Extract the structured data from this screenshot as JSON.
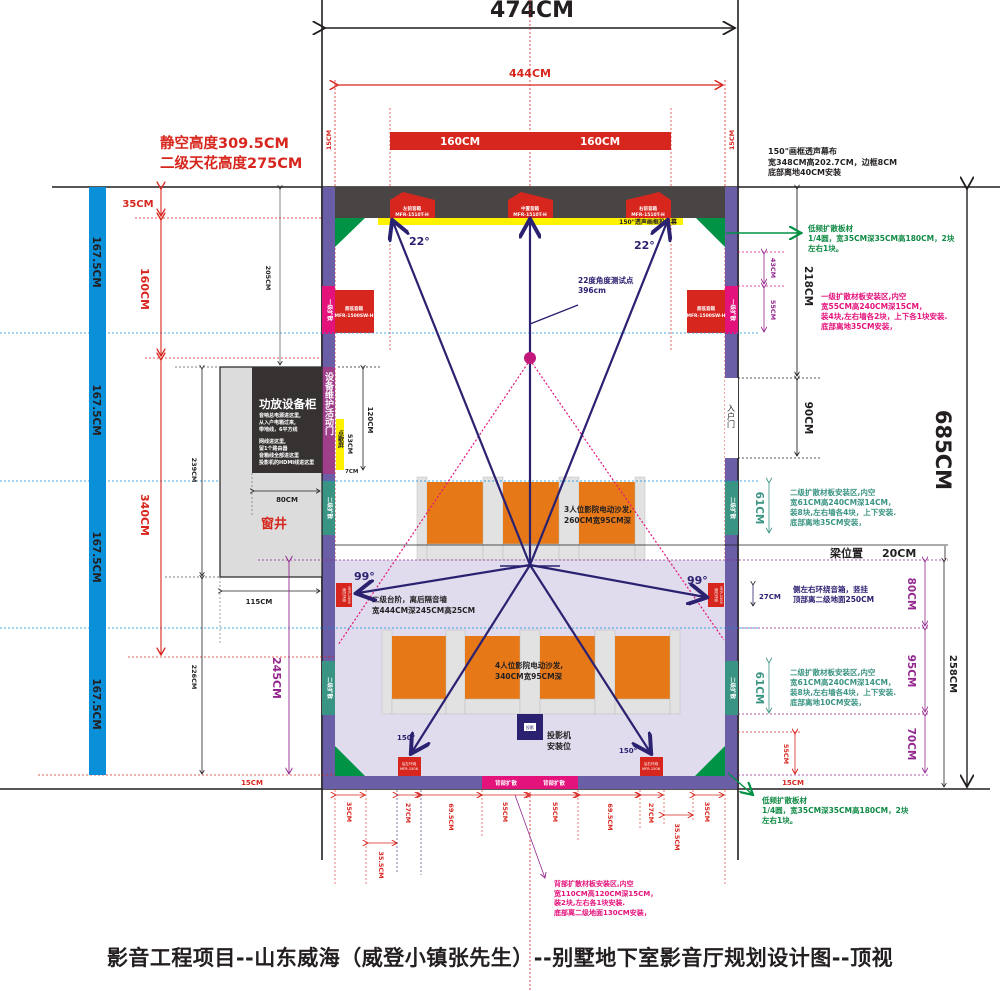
{
  "title": "影音工程项目--山东威海（威登小镇张先生）--别墅地下室影音厅规划设计图--顶视",
  "header": {
    "clear_height": "静空高度309.5CM",
    "ceiling_height": "二级天花高度275CM"
  },
  "dimensions": {
    "outer_width": "474CM",
    "inner_width": "444CM",
    "total_length": "685CM",
    "screen_segments": [
      "160CM",
      "160CM"
    ],
    "top_offset_left": "15CM",
    "top_offset_right": "15CM",
    "left_top": "35CM",
    "left_160": "160CM",
    "left_340": "340CM",
    "left_205": "205CM",
    "left_239": "239CM",
    "left_226": "226CM",
    "left_245": "245CM",
    "left_bottom_15": "15CM",
    "blue_segments": [
      "167.5CM",
      "167.5CM",
      "167.5CM",
      "167.5CM"
    ],
    "cabinet_80": "80CM",
    "window_115": "115CM",
    "door_120": "120CM",
    "karaoke_53": "53CM",
    "gap_7": "7CM",
    "right_218": "218CM",
    "right_90": "90CM",
    "right_43": "43CM",
    "right_55": "55CM",
    "right_61a": "61CM",
    "right_61b": "61CM",
    "beam_label": "梁位置",
    "beam_20": "20CM",
    "right_27": "27CM",
    "right_80": "80CM",
    "right_95": "95CM",
    "right_70": "70CM",
    "right_258": "258CM",
    "right_55b": "55CM",
    "right_bottom_15": "15CM",
    "bottom": [
      "35CM",
      "35.5CM",
      "27CM",
      "69.5CM",
      "55CM",
      "55CM",
      "69.5CM",
      "27CM",
      "35.5CM",
      "35CM"
    ]
  },
  "room": {
    "screen_label": "150\"透声画框投影幕",
    "front_speakers": [
      {
        "name": "左前音箱",
        "model": "MFR-1510T-H"
      },
      {
        "name": "中置音箱",
        "model": "MFR-1510T-H"
      },
      {
        "name": "右前音箱",
        "model": "MFR-1510T-H"
      }
    ],
    "subwoofers": [
      {
        "name": "超低音箱",
        "model": "MFR-1500SW-H"
      },
      {
        "name": "超低音箱",
        "model": "MFR-1500SW-H"
      }
    ],
    "side_speakers": [
      {
        "name": "侧左环绕",
        "model": "MFR-1506"
      },
      {
        "name": "侧右环绕",
        "model": "MFR-1506"
      }
    ],
    "rear_speakers": [
      {
        "name": "后左环绕",
        "model": "MFR-1506"
      },
      {
        "name": "后右环绕",
        "model": "MFR-1506"
      }
    ],
    "primary_diffuser": "一级扩散",
    "secondary_diffuser": "二级扩散",
    "rear_diffuser": "背部扩散",
    "angle_22": "22°",
    "angle_99": "99°",
    "angle_150": "150°",
    "test_point": [
      "22度角度测试点",
      "396cm"
    ],
    "row1_sofa": [
      "3人位影院电动沙发,",
      "260CM宽95CM深"
    ],
    "row2_sofa": [
      "4人位影院电动沙发,",
      "340CM宽95CM深"
    ],
    "platform": [
      "二级台阶，离后隔音墙",
      "宽444CM深245CM高25CM"
    ],
    "projector_icon": "投影",
    "projector_label": [
      "投影机",
      "安装位"
    ],
    "entrance": "入户门",
    "maintenance_door": "设备维护活动门",
    "karaoke_screen": "点歌屏",
    "window_well": "窗井",
    "amp_cabinet_title": "功放设备柜",
    "amp_cabinet_notes": [
      "音响总电源进这里,",
      "从入户电箱过来,",
      "带地线，6平方线",
      "",
      "网线进这里,",
      "留1个路由器",
      "音箱线全部进这里",
      "投影机的HDMI线进这里"
    ]
  },
  "notes": {
    "screen_spec": [
      "150\"画框透声幕布",
      "宽348CM高202.7CM，边框8CM",
      "底部离地40CM安装"
    ],
    "bass_trap_top": [
      "低频扩散板材",
      "1/4圆，宽35CM深35CM高180CM，2块",
      "左右1块。"
    ],
    "primary_diffuser_spec": [
      "一级扩散材板安装区,内空",
      "宽55CM高240CM深15CM，",
      "装4块,左右墙各2块，上下各1块安装.",
      "底部离地35CM安装，"
    ],
    "secondary_diffuser_spec_1": [
      "二级扩散材板安装区,内空",
      "宽61CM高240CM深14CM，",
      "装8块,左右墙各4块，上下安装.",
      "底部离地35CM安装，"
    ],
    "side_surround_spec": [
      "侧左右环绕音箱，竖挂",
      "顶部离二级地面250CM"
    ],
    "secondary_diffuser_spec_2": [
      "二级扩散材板安装区,内空",
      "宽61CM高240CM深14CM，",
      "装8块,左右墙各4块，上下安装.",
      "底部离地10CM安装，"
    ],
    "bass_trap_bottom": [
      "低频扩散板材",
      "1/4圆，宽35CM深35CM高180CM，2块",
      "左右1块。"
    ],
    "rear_diffuser_spec": [
      "背部扩散材板安装区,内空",
      "宽110CM高120CM深15CM，",
      "装2块,左右各1块安装.",
      "底部离二级地面130CM安装，"
    ]
  },
  "colors": {
    "dim_red": "#d7261e",
    "wall_purple": "#6a5ea6",
    "ceiling_dark": "#4a4545",
    "screen_yellow": "#fff200",
    "bass_green": "#009245",
    "diffuser_magenta": "#e4127b",
    "diffuser_teal": "#3a9483",
    "sofa_orange": "#e67817",
    "navy": "#2b2171",
    "platform_lilac": "#e0dcee",
    "ruler_blue": "#0a8fd9",
    "dim_purple": "#93278f",
    "note_green": "#0f8a44",
    "note_teal": "#3a9483"
  }
}
